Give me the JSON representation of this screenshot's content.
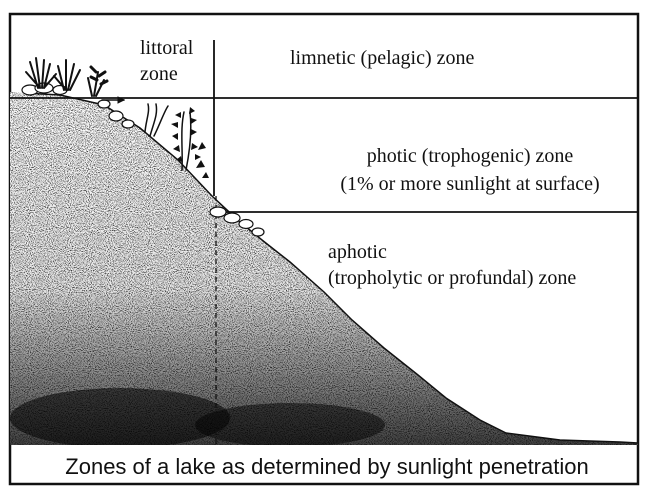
{
  "labels": {
    "littoral_line1": "littoral",
    "littoral_line2": "zone",
    "limnetic": "limnetic (pelagic) zone",
    "photic_line1": "photic (trophogenic) zone",
    "photic_line2": "(1% or more sunlight at surface)",
    "aphotic_line1": "aphotic",
    "aphotic_line2": "(tropholytic or profundal) zone"
  },
  "caption": "Zones of a lake as determined by sunlight penetration",
  "colors": {
    "ink": "#111111",
    "background": "#ffffff"
  }
}
